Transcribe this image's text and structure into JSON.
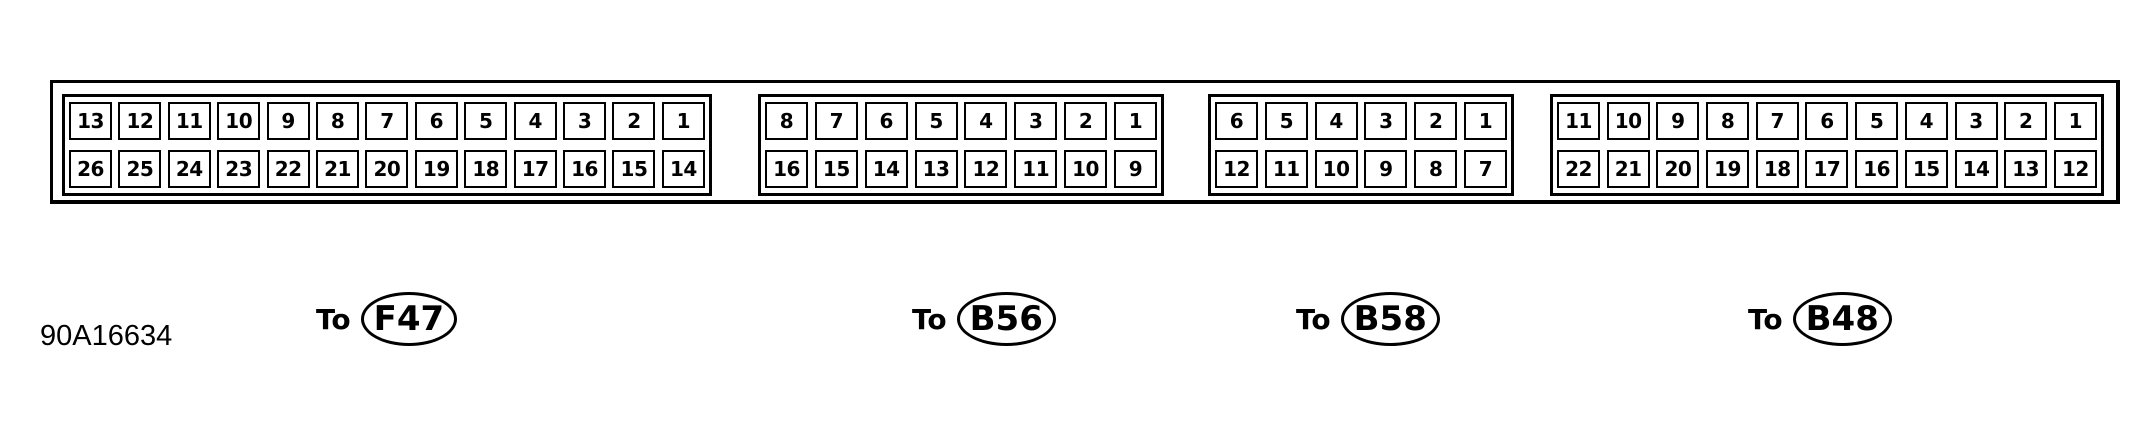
{
  "reference_code": "90A16634",
  "connectors": [
    {
      "top": [
        "13",
        "12",
        "11",
        "10",
        "9",
        "8",
        "7",
        "6",
        "5",
        "4",
        "3",
        "2",
        "1"
      ],
      "bottom": [
        "26",
        "25",
        "24",
        "23",
        "22",
        "21",
        "20",
        "19",
        "18",
        "17",
        "16",
        "15",
        "14"
      ]
    },
    {
      "top": [
        "8",
        "7",
        "6",
        "5",
        "4",
        "3",
        "2",
        "1"
      ],
      "bottom": [
        "16",
        "15",
        "14",
        "13",
        "12",
        "11",
        "10",
        "9"
      ]
    },
    {
      "top": [
        "6",
        "5",
        "4",
        "3",
        "2",
        "1"
      ],
      "bottom": [
        "12",
        "11",
        "10",
        "9",
        "8",
        "7"
      ]
    },
    {
      "top": [
        "11",
        "10",
        "9",
        "8",
        "7",
        "6",
        "5",
        "4",
        "3",
        "2",
        "1"
      ],
      "bottom": [
        "22",
        "21",
        "20",
        "19",
        "18",
        "17",
        "16",
        "15",
        "14",
        "13",
        "12"
      ]
    }
  ],
  "labels": [
    {
      "to": "To",
      "code": "F47"
    },
    {
      "to": "To",
      "code": "B56"
    },
    {
      "to": "To",
      "code": "B58"
    },
    {
      "to": "To",
      "code": "B48"
    }
  ]
}
